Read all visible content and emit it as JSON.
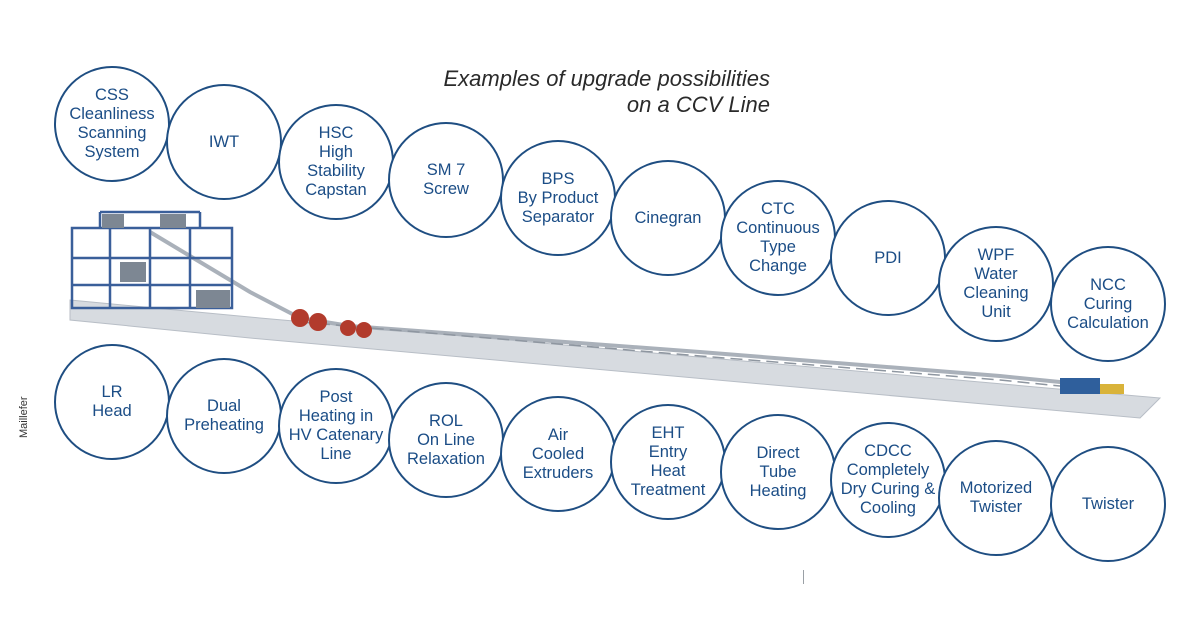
{
  "title": {
    "line1": "Examples of upgrade possibilities",
    "line2": "on a CCV Line"
  },
  "brand_label": "Maillefer",
  "top_row": [
    "CSS\nCleanliness\nScanning\nSystem",
    "IWT",
    "HSC\nHigh\nStability\nCapstan",
    "SM 7\nScrew",
    "BPS\nBy Product\nSeparator",
    "Cinegran",
    "CTC\nContinuous\nType\nChange",
    "PDI",
    "WPF\nWater\nCleaning\nUnit",
    "NCC\nCuring\nCalculation"
  ],
  "bottom_row": [
    "LR\nHead",
    "Dual\nPreheating",
    "Post\nHeating in\nHV Catenary\nLine",
    "ROL\nOn Line\nRelaxation",
    "Air\nCooled\nExtruders",
    "EHT\nEntry\nHeat\nTreatment",
    "Direct\nTube\nHeating",
    "CDCC\nCompletely\nDry Curing &\nCooling",
    "Motorized\nTwister",
    "Twister"
  ],
  "colors": {
    "bubble_border": "#1f4e82",
    "bubble_text": "#1b4d86",
    "frame": "#3a5f9a",
    "line_body": "#c9ced4"
  }
}
